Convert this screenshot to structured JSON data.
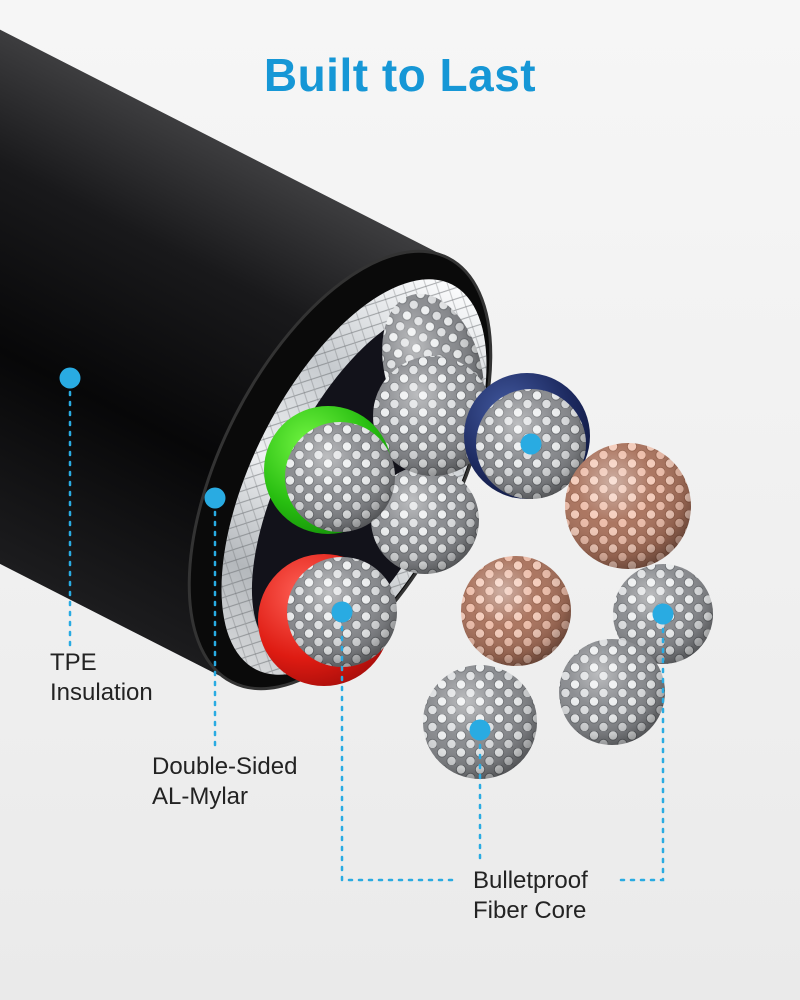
{
  "title": "Built to Last",
  "callouts": {
    "tpe": {
      "line1": "TPE",
      "line2": "Insulation"
    },
    "mylar": {
      "line1": "Double-Sided",
      "line2": "AL-Mylar"
    },
    "fiber": {
      "line1": "Bulletproof",
      "line2": "Fiber Core"
    }
  },
  "colors": {
    "accent_blue": "#29abe2",
    "title_blue": "#1697d6",
    "cable_black": "#111111",
    "foil_silver": "#c9ccd0",
    "jacket_green": "#27bd10",
    "jacket_red": "#de1b12",
    "jacket_navy": "#1d2a60",
    "strand_silver": "#dfe1e3",
    "strand_copper": "#e9b7a2",
    "background": "#f2f2f2",
    "label_text": "#232323"
  }
}
